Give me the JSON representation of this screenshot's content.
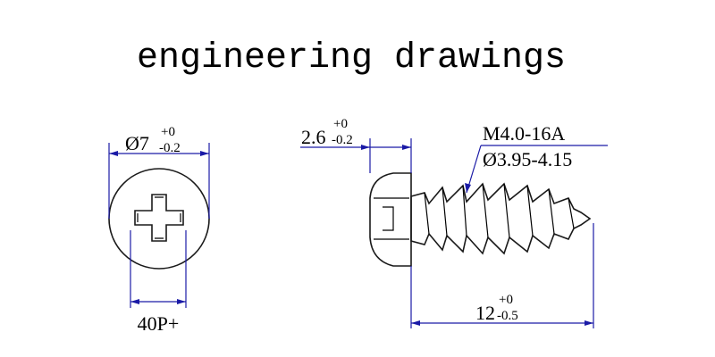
{
  "title": "engineering drawings",
  "head_view": {
    "diameter_label": "Ø7",
    "diameter_tol_upper": "+0",
    "diameter_tol_lower": "-0.2",
    "drive_label": "40P+"
  },
  "side_view": {
    "head_height_label": "2.6",
    "head_height_tol_upper": "+0",
    "head_height_tol_lower": "-0.2",
    "thread_spec": "M4.0-16A",
    "thread_diameter": "Ø3.95-4.15",
    "length_label": "12",
    "length_tol_upper": "+0",
    "length_tol_lower": "-0.5"
  },
  "colors": {
    "dimension_line": "#1a1aa6",
    "outline": "#1a1a1a"
  }
}
